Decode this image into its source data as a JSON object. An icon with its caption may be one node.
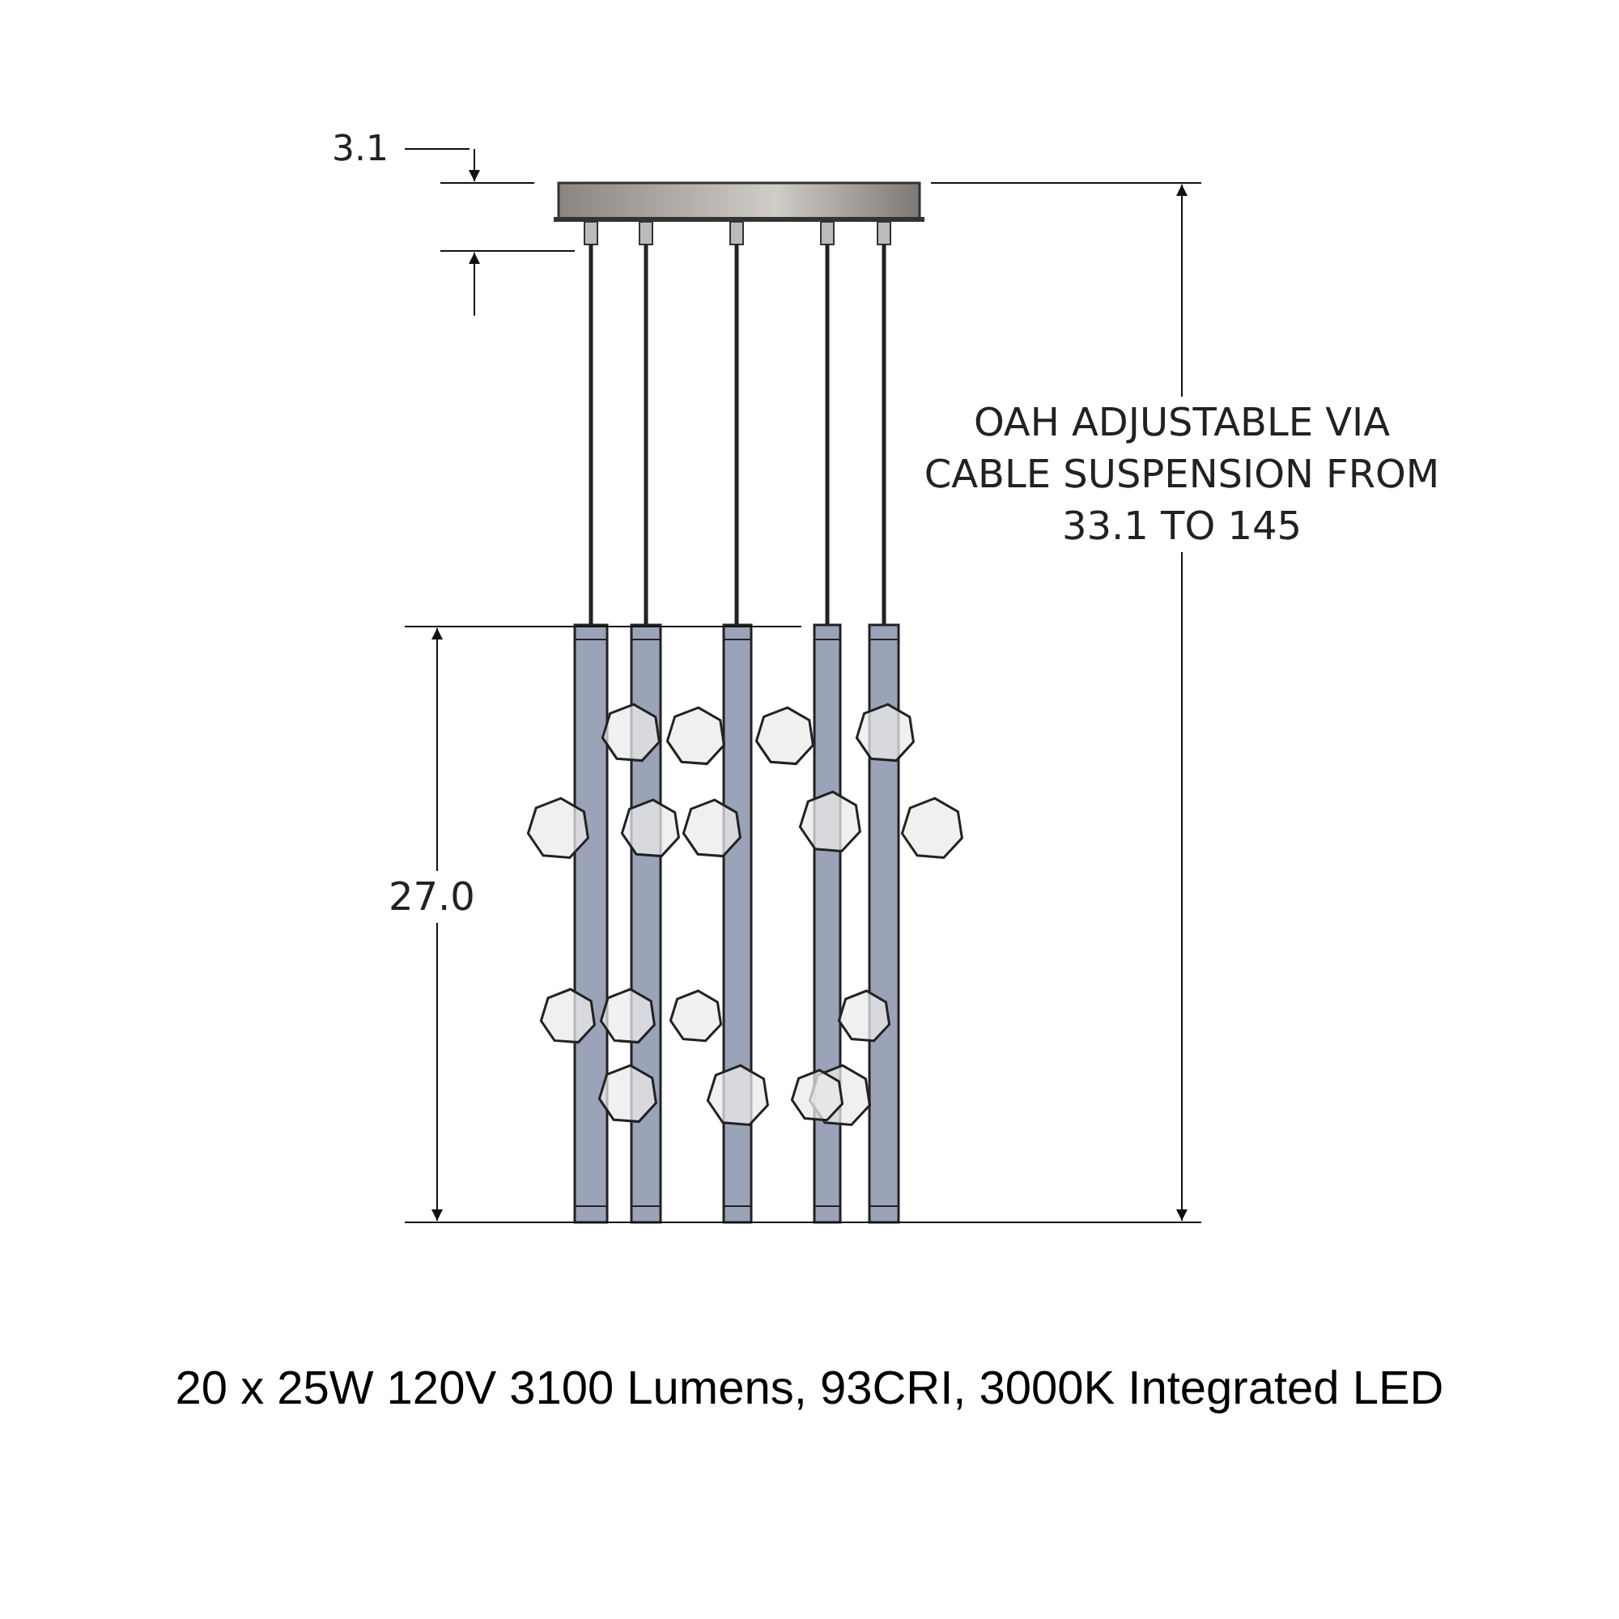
{
  "diagram": {
    "caption": "20 x 25W 120V 3100 Lumens, 93CRI, 3000K Integrated LED",
    "labels": [
      "3.1",
      "OAH ADJUSTABLE VIA CABLE SUSPENSION FROM 33.1 TO 145",
      "27.0"
    ]
  }
}
